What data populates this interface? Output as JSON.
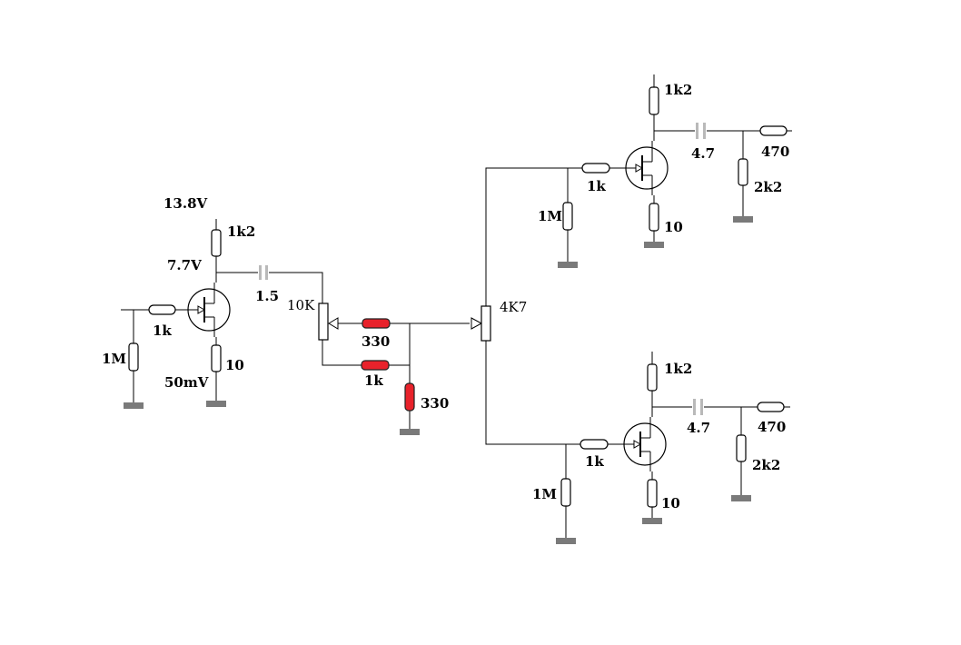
{
  "labels": {
    "supply_voltage": "13.8V",
    "q1_collector_res": "1k2",
    "q1_collector_voltage": "7.7V",
    "q1_coupling_cap": "1.5",
    "q1_base_res": "1k",
    "q1_input_res": "1M",
    "q1_emitter_res": "10",
    "q1_emitter_voltage": "50mV",
    "pot1": "10K",
    "res_330_a": "330",
    "res_1k_mid": "1k",
    "res_330_b": "330",
    "pot2": "4K7",
    "top_collector_res": "1k2",
    "top_coupling_cap": "4.7",
    "top_output_res": "470",
    "top_load_res": "2k2",
    "top_base_res": "1k",
    "top_input_res": "1M",
    "top_emitter_res": "10",
    "bot_collector_res": "1k2",
    "bot_coupling_cap": "4.7",
    "bot_output_res": "470",
    "bot_load_res": "2k2",
    "bot_base_res": "1k",
    "bot_input_res": "1M",
    "bot_emitter_res": "10"
  }
}
